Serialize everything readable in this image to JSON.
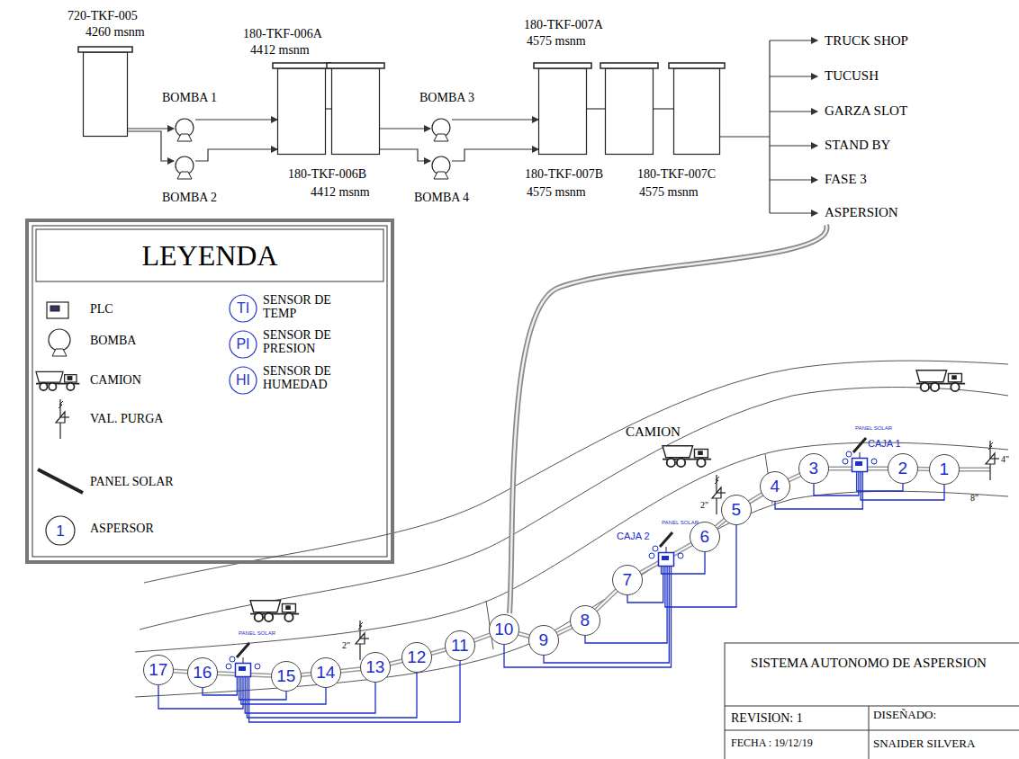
{
  "diagram": {
    "title": "SISTEMA AUTONOMO DE ASPERSION",
    "nodes": [
      {
        "text": [
          "720-TKF-005",
          "4260 msnm"
        ]
      },
      {
        "text": [
          "BOMBA 1"
        ]
      },
      {
        "text": [
          "BOMBA 2"
        ]
      },
      {
        "text": [
          "180-TKF-006A",
          "4412 msnm"
        ]
      },
      {
        "text": [
          "180-TKF-006B",
          "4412 msnm"
        ]
      },
      {
        "text": [
          "BOMBA 3"
        ]
      },
      {
        "text": [
          "BOMBA 4"
        ]
      },
      {
        "text": [
          "180-TKF-007A",
          "4575 msnm"
        ]
      },
      {
        "text": [
          "180-TKF-007B",
          "4575 msnm"
        ]
      },
      {
        "text": [
          "180-TKF-007C",
          "4575 msnm"
        ]
      },
      {
        "text": [
          "1"
        ]
      },
      {
        "text": [
          "2"
        ]
      },
      {
        "text": [
          "3"
        ]
      },
      {
        "text": [
          "4"
        ]
      },
      {
        "text": [
          "5"
        ]
      },
      {
        "text": [
          "6"
        ]
      },
      {
        "text": [
          "7"
        ]
      },
      {
        "text": [
          "8"
        ]
      },
      {
        "text": [
          "9"
        ]
      },
      {
        "text": [
          "10"
        ]
      },
      {
        "text": [
          "11"
        ]
      },
      {
        "text": [
          "12"
        ]
      },
      {
        "text": [
          "13"
        ]
      },
      {
        "text": [
          "14"
        ]
      },
      {
        "text": [
          "15"
        ]
      },
      {
        "text": [
          "16"
        ]
      },
      {
        "text": [
          "17"
        ]
      },
      {
        "text": [
          "PANEL SOLAR",
          "CAJA 1"
        ]
      },
      {
        "text": [
          "PANEL SOLAR",
          "CAJA 2"
        ]
      },
      {
        "text": [
          "PANEL SOLAR"
        ]
      }
    ],
    "edges": [
      {
        "from": 0,
        "to": 1,
        "arrow": "to"
      },
      {
        "from": 0,
        "to": 2,
        "arrow": "to"
      },
      {
        "from": 1,
        "to": 3,
        "arrow": "to"
      },
      {
        "from": 2,
        "to": 3,
        "arrow": "to"
      },
      {
        "from": 3,
        "to": 4,
        "arrow": "none"
      },
      {
        "from": 4,
        "to": 5,
        "arrow": "to"
      },
      {
        "from": 4,
        "to": 6,
        "arrow": "to"
      },
      {
        "from": 5,
        "to": 7,
        "arrow": "to"
      },
      {
        "from": 6,
        "to": 7,
        "arrow": "to"
      },
      {
        "from": 7,
        "to": 8,
        "arrow": "none"
      },
      {
        "from": 8,
        "to": 9,
        "arrow": "none"
      },
      {
        "from": 10,
        "to": 27,
        "arrow": "none"
      },
      {
        "from": 11,
        "to": 27,
        "arrow": "none"
      },
      {
        "from": 12,
        "to": 27,
        "arrow": "none"
      },
      {
        "from": 13,
        "to": 27,
        "arrow": "none"
      },
      {
        "from": 14,
        "to": 28,
        "arrow": "none"
      },
      {
        "from": 15,
        "to": 28,
        "arrow": "none"
      },
      {
        "from": 16,
        "to": 28,
        "arrow": "none"
      },
      {
        "from": 17,
        "to": 28,
        "arrow": "none"
      },
      {
        "from": 18,
        "to": 28,
        "arrow": "none"
      },
      {
        "from": 19,
        "to": 28,
        "arrow": "none"
      },
      {
        "from": 20,
        "to": 29,
        "arrow": "none"
      },
      {
        "from": 21,
        "to": 29,
        "arrow": "none"
      },
      {
        "from": 22,
        "to": 29,
        "arrow": "none"
      },
      {
        "from": 23,
        "to": 29,
        "arrow": "none"
      },
      {
        "from": 24,
        "to": 29,
        "arrow": "none"
      },
      {
        "from": 25,
        "to": 29,
        "arrow": "none"
      },
      {
        "from": 26,
        "to": 29,
        "arrow": "none"
      }
    ],
    "labels": [
      "TRUCK SHOP",
      "TUCUSH",
      "GARZA SLOT",
      "STAND BY",
      "FASE 3",
      "ASPERSION",
      "CAMION",
      "4\"",
      "8\"",
      "2\"",
      "2\"",
      "TI",
      "PI",
      "HI",
      "1",
      "LEYENDA",
      "REVISION: 1",
      "DISEÑADO:",
      "FECHA : 19/12/19",
      "SNAIDER SILVERA"
    ],
    "legend": [
      {
        "text": "PLC"
      },
      {
        "text": "BOMBA"
      },
      {
        "text": "CAMION"
      },
      {
        "text": "VAL. PURGA"
      },
      {
        "text": "PANEL SOLAR"
      },
      {
        "text": "ASPERSOR"
      },
      {
        "text": "SENSOR DE TEMP"
      },
      {
        "text": "SENSOR DE PRESION"
      },
      {
        "text": "SENSOR DE HUMEDAD"
      }
    ]
  }
}
